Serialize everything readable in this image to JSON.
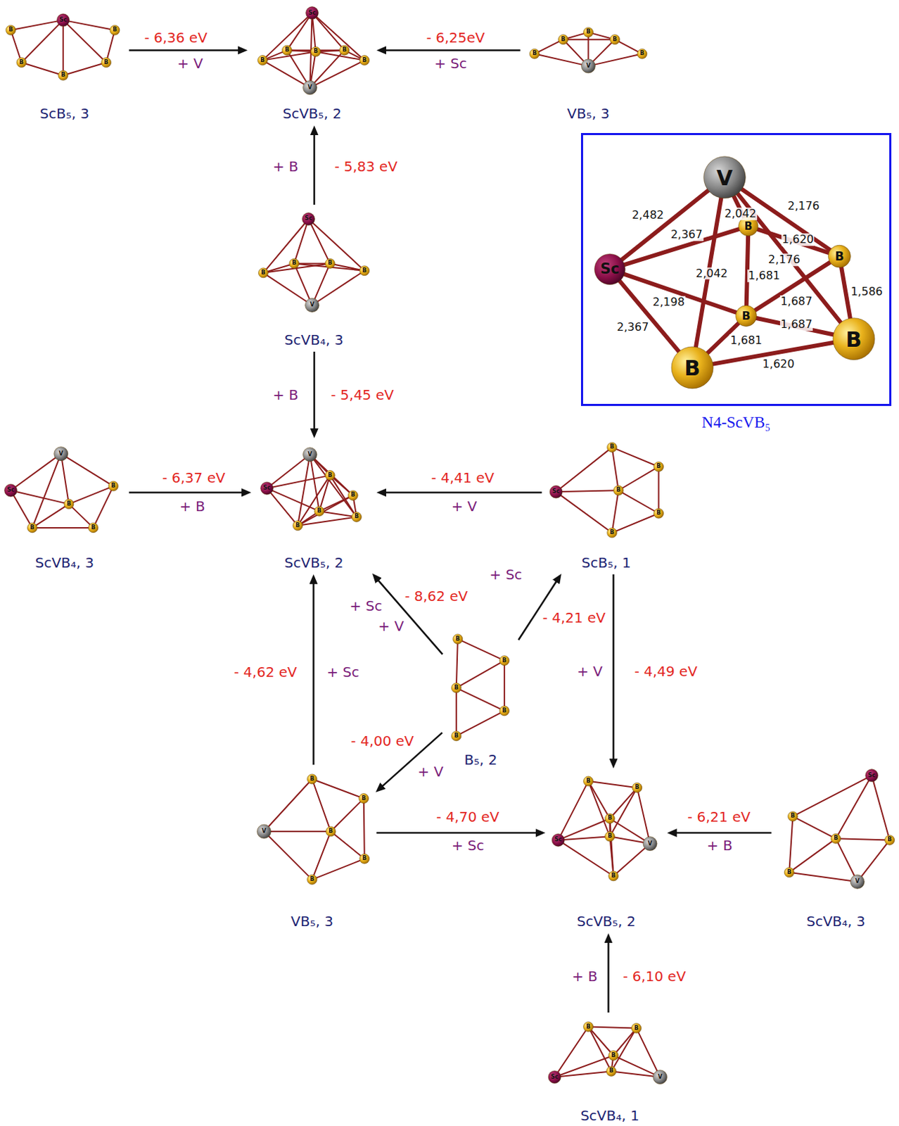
{
  "diagram": {
    "nodes": [
      {
        "text": [
          "ScB₅, 3"
        ]
      },
      {
        "text": [
          "ScVB₅, 2"
        ]
      },
      {
        "text": [
          "VB₅, 3"
        ]
      },
      {
        "text": [
          "N4-ScVB₅"
        ]
      },
      {
        "text": [
          "ScVB₄, 3"
        ]
      },
      {
        "text": [
          "ScVB₄, 3"
        ]
      },
      {
        "text": [
          "ScVB₅, 2"
        ]
      },
      {
        "text": [
          "ScB₅, 1"
        ]
      },
      {
        "text": [
          "B₅, 2"
        ]
      },
      {
        "text": [
          "VB₅, 3"
        ]
      },
      {
        "text": [
          "ScVB₅, 2"
        ]
      },
      {
        "text": [
          "ScVB₄, 3"
        ]
      },
      {
        "text": [
          "ScVB₄, 1"
        ]
      }
    ],
    "edges": [
      {
        "from": 0,
        "to": 1,
        "arrow": "to",
        "label": "- 6,36 eV"
      },
      {
        "from": 2,
        "to": 1,
        "arrow": "to",
        "label": "- 6,25eV"
      },
      {
        "from": 4,
        "to": 1,
        "arrow": "to",
        "label": "- 5,83 eV"
      },
      {
        "from": 4,
        "to": 6,
        "arrow": "to",
        "label": "- 5,45 eV"
      },
      {
        "from": 5,
        "to": 6,
        "arrow": "to",
        "label": "- 6,37 eV"
      },
      {
        "from": 7,
        "to": 6,
        "arrow": "to",
        "label": "- 4,41 eV"
      },
      {
        "from": 8,
        "to": 6,
        "arrow": "to",
        "label": "- 8,62 eV"
      },
      {
        "from": 8,
        "to": 7,
        "arrow": "to",
        "label": "- 4,21 eV"
      },
      {
        "from": 8,
        "to": 9,
        "arrow": "to",
        "label": "- 4,00 eV"
      },
      {
        "from": 9,
        "to": 6,
        "arrow": "to",
        "label": "- 4,62 eV"
      },
      {
        "from": 7,
        "to": 10,
        "arrow": "to",
        "label": "- 4,49 eV"
      },
      {
        "from": 9,
        "to": 10,
        "arrow": "to",
        "label": "- 4,70 eV"
      },
      {
        "from": 11,
        "to": 10,
        "arrow": "to",
        "label": "- 6,21 eV"
      },
      {
        "from": 12,
        "to": 10,
        "arrow": "to",
        "label": "- 6,10 eV"
      }
    ],
    "labels": [
      "Sc",
      "B",
      "B",
      "B",
      "B",
      "B",
      "Sc",
      "V",
      "B",
      "B",
      "B",
      "B",
      "B",
      "V",
      "B",
      "B",
      "B",
      "B",
      "B",
      "V",
      "Sc",
      "B",
      "B",
      "B",
      "B",
      "B",
      "2,482",
      "2,367",
      "2,042",
      "2,176",
      "1,620",
      "2,176",
      "2,042",
      "1,681",
      "1,687",
      "1,586",
      "2,198",
      "2,367",
      "1,681",
      "1,687",
      "1,620",
      "Sc",
      "V",
      "B",
      "B",
      "B",
      "B",
      "Sc",
      "V",
      "B",
      "B",
      "B",
      "B",
      "Sc",
      "V",
      "B",
      "B",
      "B",
      "B",
      "B",
      "Sc",
      "B",
      "B",
      "B",
      "B",
      "B",
      "B",
      "B",
      "B",
      "B",
      "B",
      "V",
      "B",
      "B",
      "B",
      "B",
      "B",
      "Sc",
      "V",
      "B",
      "B",
      "B",
      "B",
      "B",
      "Sc",
      "V",
      "B",
      "B",
      "B",
      "B",
      "Sc",
      "V",
      "B",
      "B",
      "B",
      "B",
      "+ V",
      "+ Sc",
      "+ B",
      "+ B",
      "+ B",
      "+ V",
      "+ Sc",
      "+ V",
      "+ Sc",
      "+ V",
      "+ Sc",
      "+ V",
      "+ Sc",
      "+ B",
      "+ B"
    ]
  }
}
